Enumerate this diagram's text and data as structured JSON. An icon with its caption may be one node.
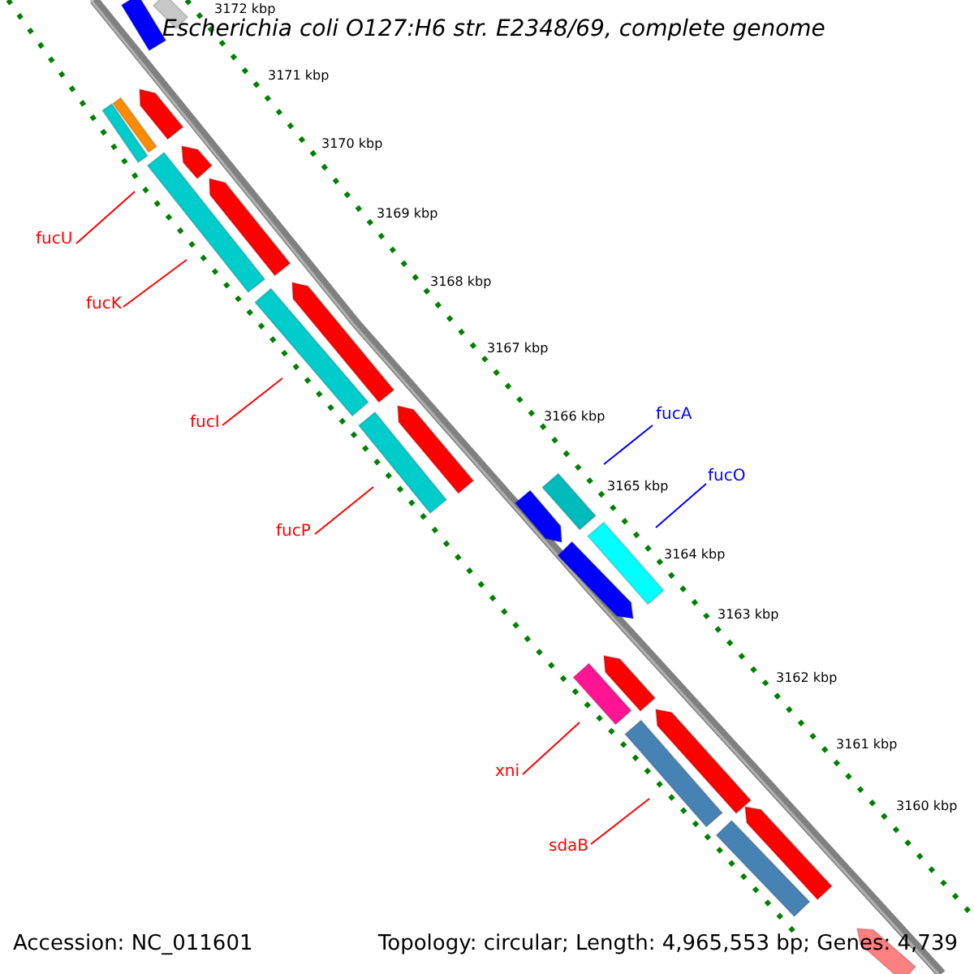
{
  "diagram": {
    "title": "Escherichia coli O127:H6 str. E2348/69, complete genome",
    "nodes": [
      {
        "text": [
          "fucU"
        ]
      },
      {
        "text": [
          "fucK"
        ]
      },
      {
        "text": [
          "fucI"
        ]
      },
      {
        "text": [
          "fucP"
        ]
      },
      {
        "text": [
          "fucA"
        ]
      },
      {
        "text": [
          "fucO"
        ]
      },
      {
        "text": [
          "xni"
        ]
      },
      {
        "text": [
          "sdaB"
        ]
      }
    ],
    "edges": [
      {
        "from": 0,
        "to": null,
        "arrow": "none"
      },
      {
        "from": 1,
        "to": null,
        "arrow": "none"
      },
      {
        "from": 2,
        "to": null,
        "arrow": "none"
      },
      {
        "from": 3,
        "to": null,
        "arrow": "none"
      },
      {
        "from": 4,
        "to": null,
        "arrow": "none",
        "color": "#0000ff"
      },
      {
        "from": 5,
        "to": null,
        "arrow": "none",
        "color": "#0000ff"
      },
      {
        "from": 6,
        "to": null,
        "arrow": "none"
      },
      {
        "from": 7,
        "to": null,
        "arrow": "none"
      }
    ],
    "labels": [
      "3172 kbp",
      "3171 kbp",
      "3170 kbp",
      "3169 kbp",
      "3168 kbp",
      "3167 kbp",
      "3166 kbp",
      "3165 kbp",
      "3164 kbp",
      "3163 kbp",
      "3162 kbp",
      "3161 kbp",
      "3160 kbp",
      "Accession: NC_011601",
      "Topology: circular; Length: 4,965,553 bp; Genes: 4,739"
    ]
  }
}
